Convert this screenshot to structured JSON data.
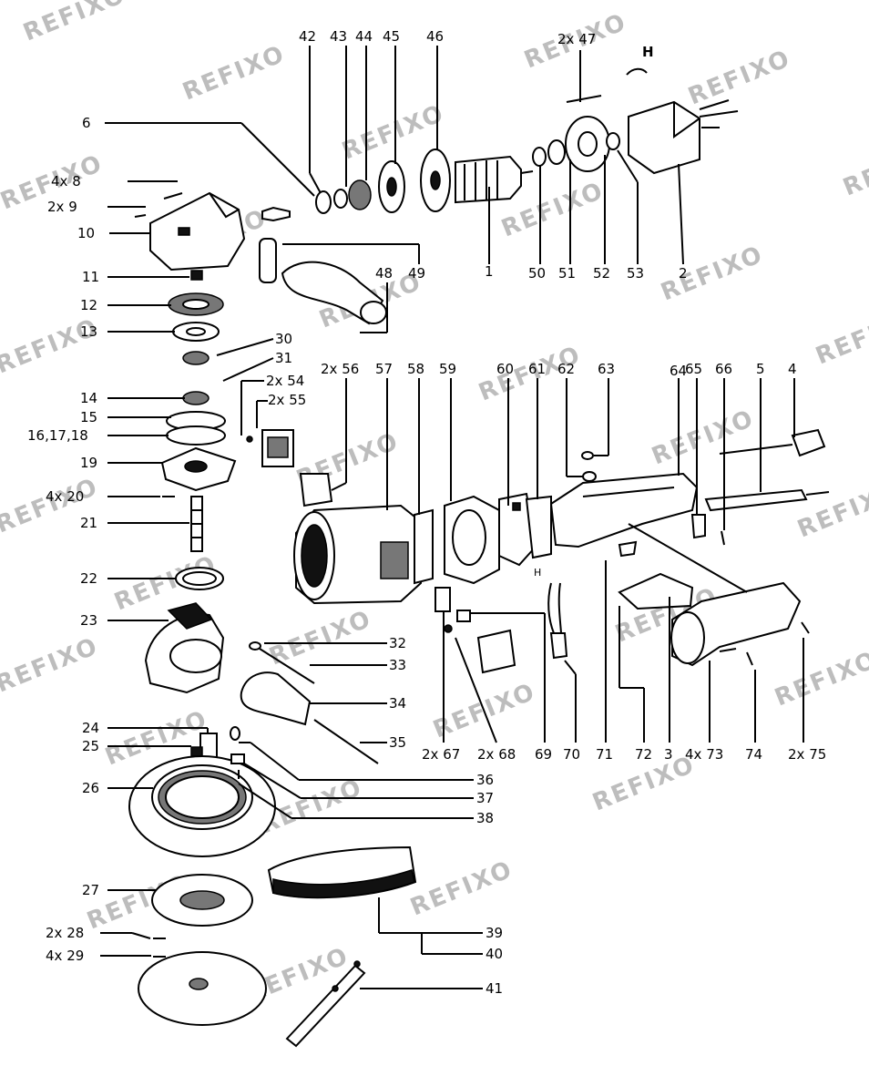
{
  "watermark_text": "REFIXO",
  "callouts": {
    "c6": "6",
    "c8": "4x  8",
    "c9": "2x  9",
    "c10": "10",
    "c11": "11",
    "c12": "12",
    "c13": "13",
    "c14": "14",
    "c15": "15",
    "c16": "16,17,18",
    "c19": "19",
    "c20": "4x  20",
    "c21": "21",
    "c22": "22",
    "c23": "23",
    "c24": "24",
    "c25": "25",
    "c26": "26",
    "c27": "27",
    "c28": "2x  28",
    "c29": "4x  29",
    "c30": "30",
    "c31": "31",
    "c32": "32",
    "c33": "33",
    "c34": "34",
    "c35": "35",
    "c36": "36",
    "c37": "37",
    "c38": "38",
    "c39": "39",
    "c40": "40",
    "c41": "41",
    "c42": "42",
    "c43": "43",
    "c44": "44",
    "c45": "45",
    "c46": "46",
    "c47": "2x 47",
    "cH1": "H",
    "c1": "1",
    "c48": "48",
    "c49": "49",
    "c50": "50",
    "c51": "51",
    "c52": "52",
    "c53": "53",
    "c2": "2",
    "c54": "2x  54",
    "c55": "2x  55",
    "c56": "2x 56",
    "c57": "57",
    "c58": "58",
    "c59": "59",
    "c60": "60",
    "c61": "61",
    "c62": "62",
    "c63": "63",
    "c64": "64",
    "c65": "65",
    "c66": "66",
    "c5": "5",
    "c4": "4",
    "cH2": "H",
    "c67": "2x 67",
    "c68": "2x 68",
    "c69": "69",
    "c70": "70",
    "c71": "71",
    "c72": "72",
    "c3": "3",
    "c73": "4x 73",
    "c74": "74",
    "c75": "2x 75"
  }
}
